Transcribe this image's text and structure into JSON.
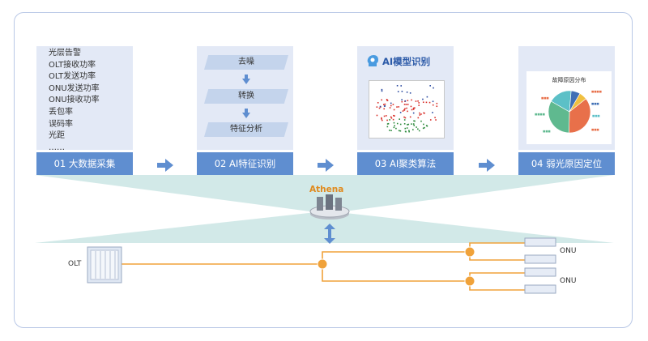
{
  "pipeline": {
    "collect": {
      "items": [
        "光层告警",
        "OLT接收功率",
        "OLT发送功率",
        "ONU发送功率",
        "ONU接收功率",
        "丢包率",
        "误码率",
        "光距",
        "……"
      ],
      "label": "01 大数据采集"
    },
    "features": {
      "steps": [
        "去噪",
        "转换",
        "特征分析"
      ],
      "label": "02 AI特征识别"
    },
    "clustering": {
      "title": "AI模型识别",
      "label": "03 AI聚类算法"
    },
    "locate": {
      "chart_title": "故障原因分布",
      "label": "04 弱光原因定位"
    }
  },
  "platform": {
    "name": "Athena"
  },
  "network": {
    "olt_label": "OLT",
    "onu_label_1": "ONU",
    "onu_label_2": "ONU"
  },
  "chart_data": {
    "type": "pie",
    "title": "故障原因分布",
    "values": [
      36,
      33,
      18,
      7,
      6
    ],
    "colors": [
      "#e8704a",
      "#5fb98f",
      "#5cc0c7",
      "#3f6fb5",
      "#f0c040"
    ]
  },
  "colors": {
    "accent": "#5f8ed0",
    "card": "#e3e9f6",
    "fiber": "#f0a23a",
    "band": "#cde7e6",
    "athena": "#e08a1e"
  }
}
